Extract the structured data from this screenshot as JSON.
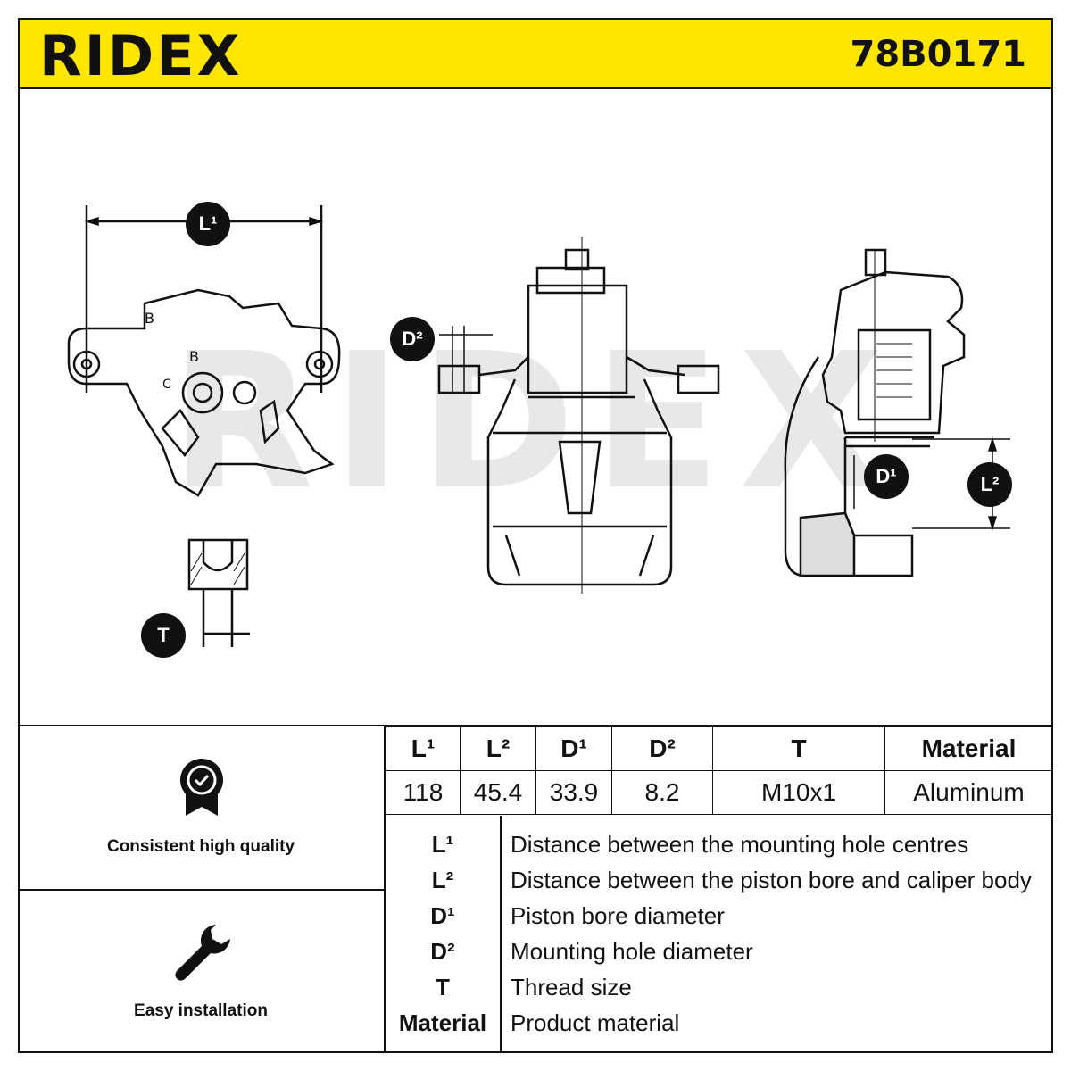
{
  "header": {
    "brand": "RIDEX",
    "part_number": "78B0171"
  },
  "drawing": {
    "labels": {
      "l1": "L¹",
      "l2": "L²",
      "d1": "D¹",
      "d2": "D²",
      "t": "T"
    },
    "watermark": "RIDEX"
  },
  "features": [
    {
      "icon": "quality-badge-icon",
      "label": "Consistent high quality"
    },
    {
      "icon": "wrench-icon",
      "label": "Easy installation"
    }
  ],
  "specs": {
    "headers": [
      "L¹",
      "L²",
      "D¹",
      "D²",
      "T",
      "Material"
    ],
    "values": [
      "118",
      "45.4",
      "33.9",
      "8.2",
      "M10x1",
      "Aluminum"
    ]
  },
  "legend": [
    {
      "key": "L¹",
      "text": "Distance between the mounting hole centres"
    },
    {
      "key": "L²",
      "text": "Distance between the piston bore and caliper body"
    },
    {
      "key": "D¹",
      "text": "Piston bore diameter"
    },
    {
      "key": "D²",
      "text": "Mounting hole diameter"
    },
    {
      "key": "T",
      "text": "Thread size"
    },
    {
      "key": "Material",
      "text": "Product material"
    }
  ],
  "colors": {
    "accent": "#ffe600",
    "ink": "#111111",
    "watermark": "#e6e6e6"
  }
}
